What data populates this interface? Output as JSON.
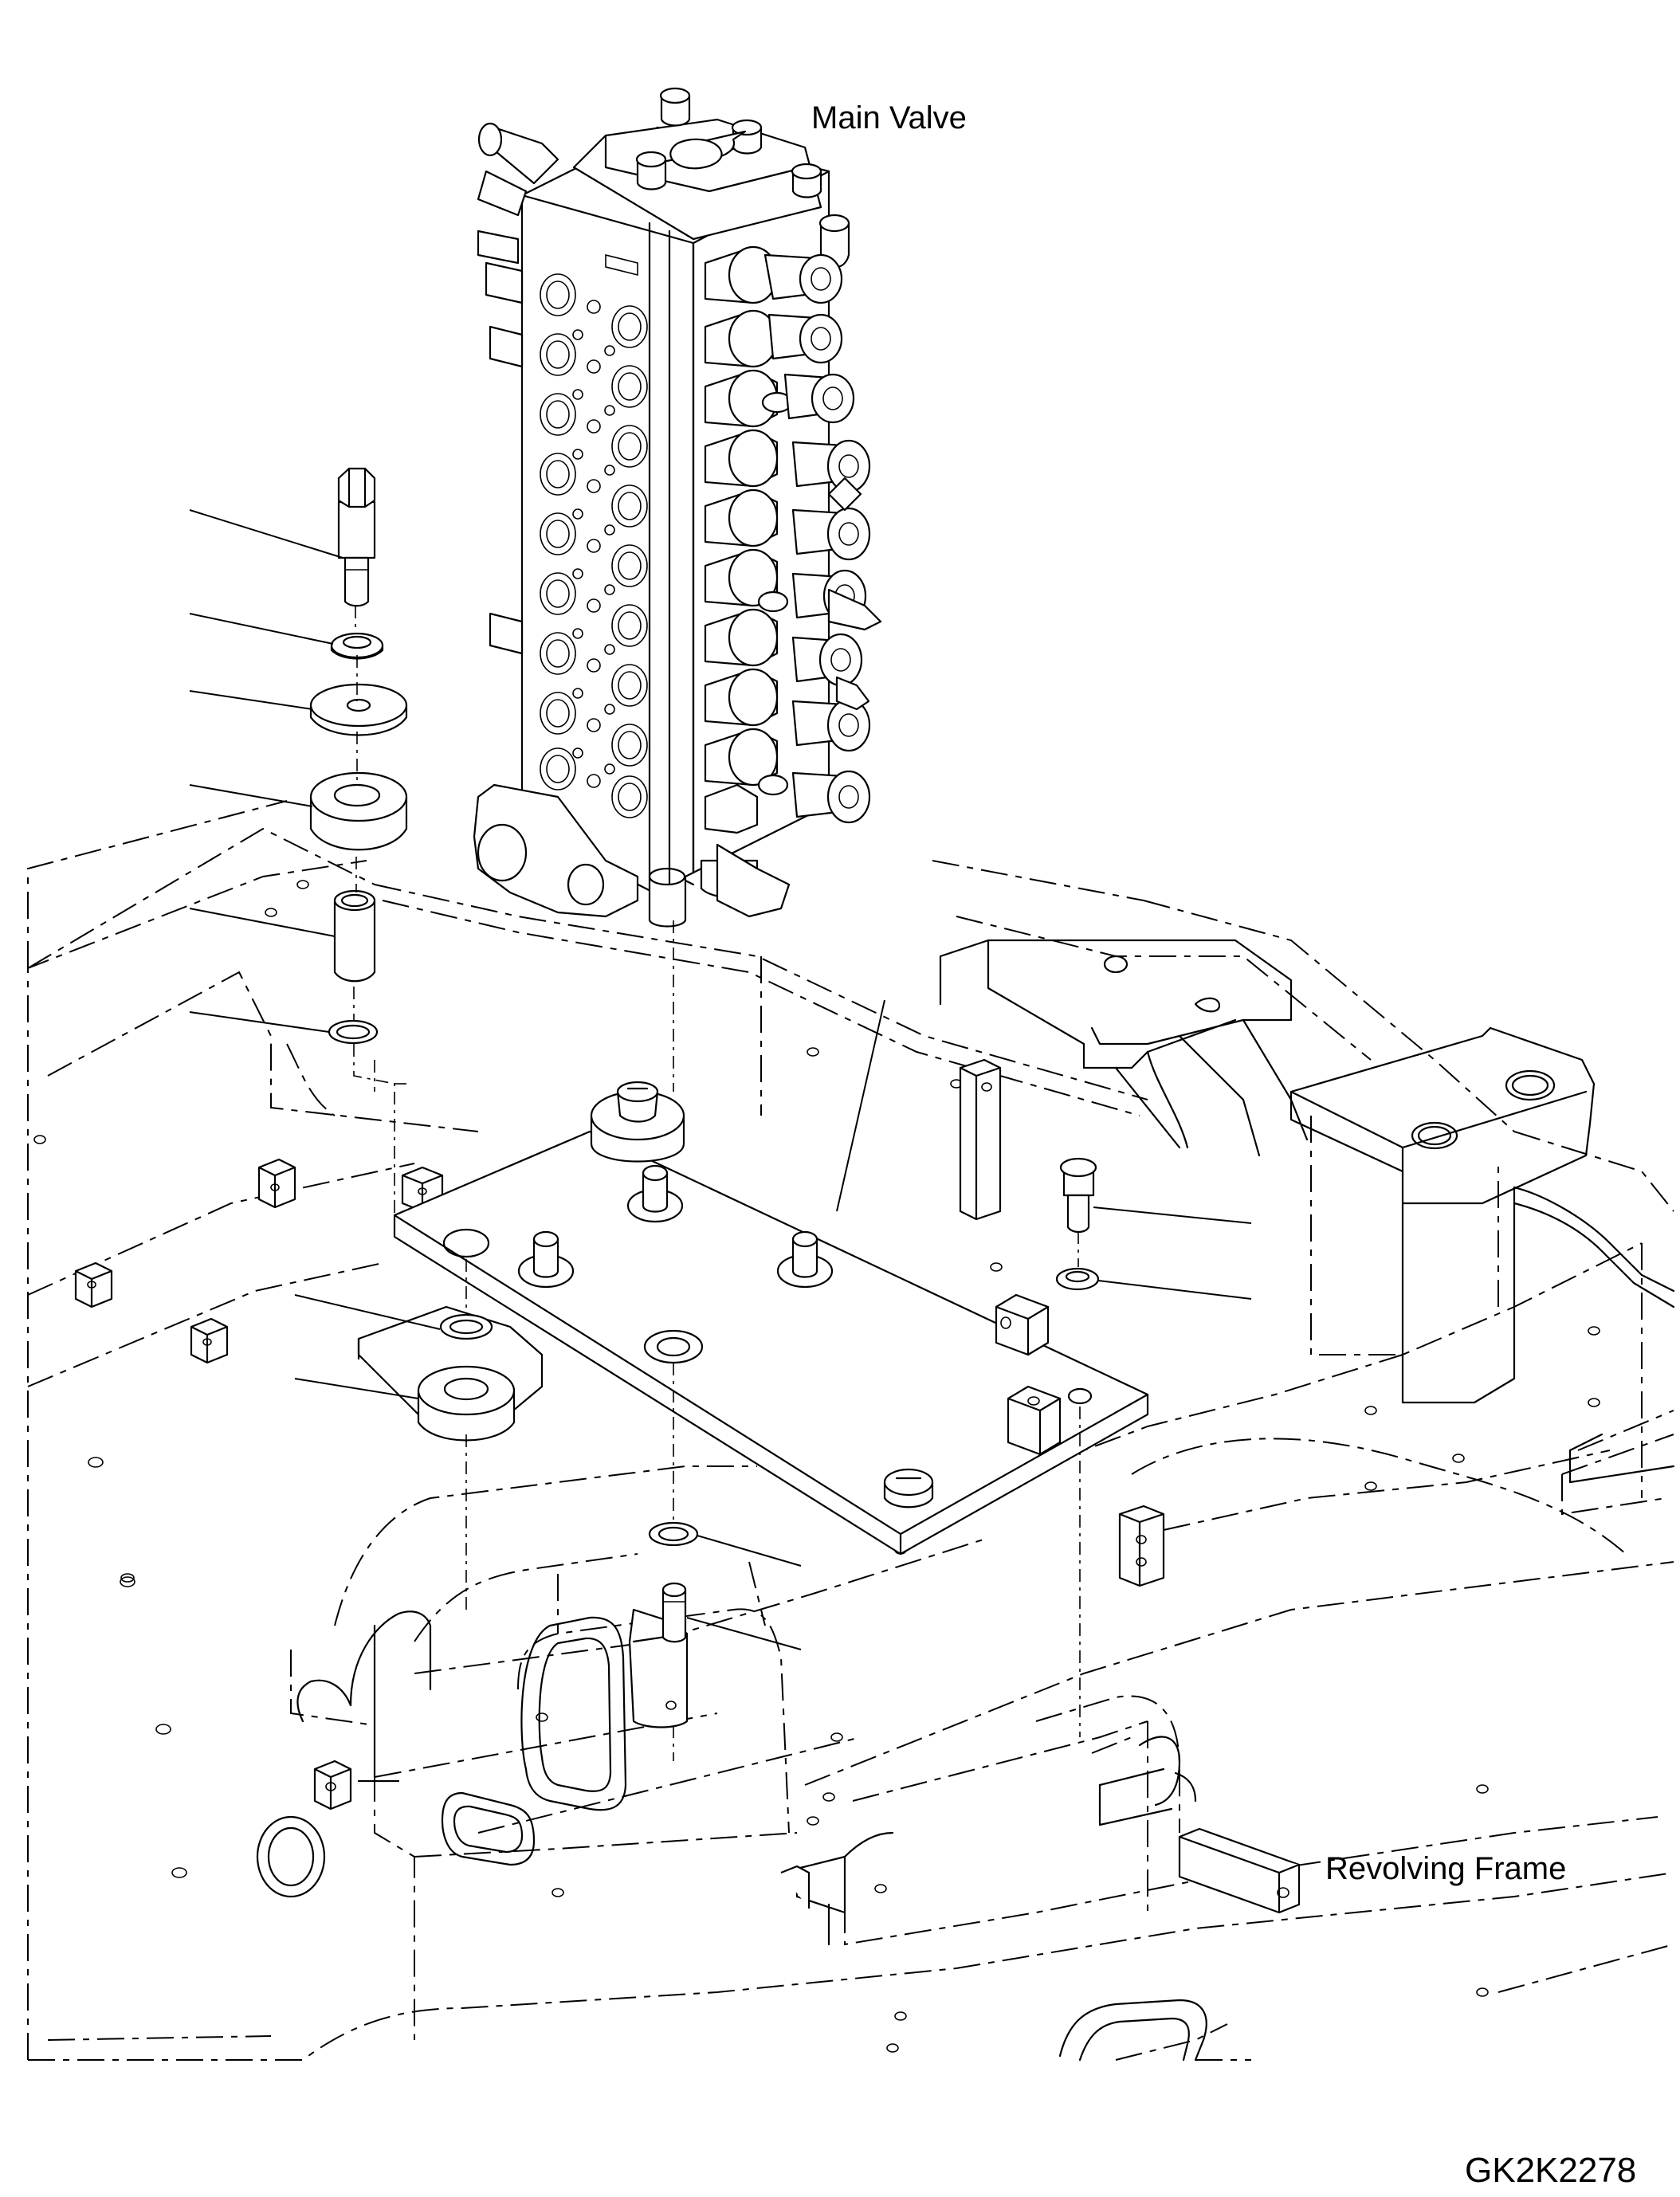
{
  "labels": {
    "main_valve": "Main Valve",
    "revolving_frame": "Revolving Frame",
    "drawing_code": "GK2K2278"
  }
}
